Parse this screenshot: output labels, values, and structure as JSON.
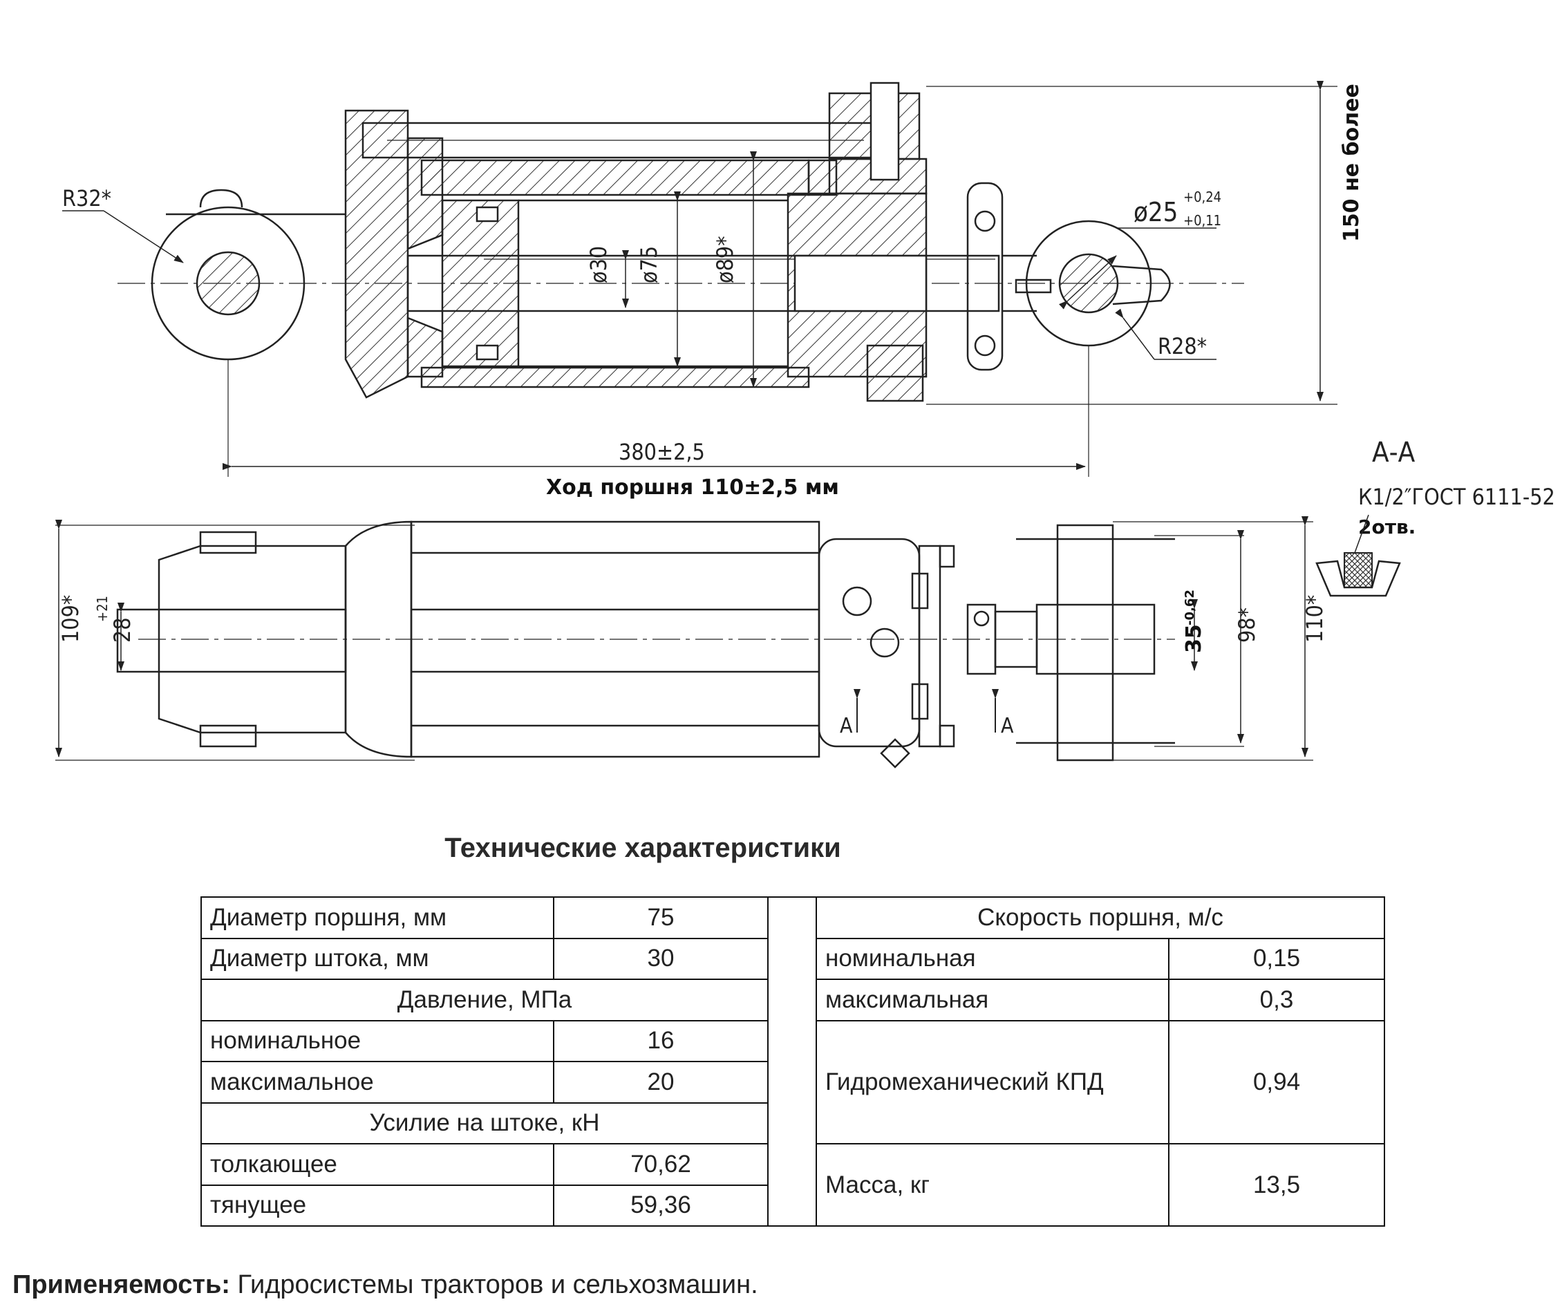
{
  "drawing": {
    "dims": {
      "r32": "R32*",
      "d25": "ø25",
      "d25_tol_upper": "+0,24",
      "d25_tol_lower": "+0,11",
      "height150": "150 не более",
      "d30": "ø30",
      "d75": "ø75",
      "d89": "ø89*",
      "r28": "R28*",
      "length380": "380±2,5",
      "stroke": "Ход поршня 110±2,5 мм",
      "section": "А-А",
      "thread": "К1/2″ГОСТ 6111-52",
      "qty": "2отв.",
      "h109": "109*",
      "w28": "28",
      "w28_tol": "+21",
      "w35": "35",
      "w35_tol": "-0,62",
      "h98": "98*",
      "h110": "110*",
      "mark_a1": "А",
      "mark_a2": "А"
    }
  },
  "specs": {
    "title": "Технические характеристики",
    "left": {
      "piston_diameter": {
        "label": "Диаметр поршня, мм",
        "value": "75"
      },
      "rod_diameter": {
        "label": "Диаметр штока, мм",
        "value": "30"
      },
      "pressure_header": "Давление, МПа",
      "pressure_nominal": {
        "label": "номинальное",
        "value": "16"
      },
      "pressure_max": {
        "label": "максимальное",
        "value": "20"
      },
      "force_header": "Усилие на штоке, кН",
      "force_push": {
        "label": "толкающее",
        "value": "70,62"
      },
      "force_pull": {
        "label": "тянущее",
        "value": "59,36"
      }
    },
    "right": {
      "speed_header": "Скорость поршня, м/с",
      "speed_nominal": {
        "label": "номинальная",
        "value": "0,15"
      },
      "speed_max": {
        "label": "максимальная",
        "value": "0,3"
      },
      "efficiency": {
        "label": "Гидромеханический КПД",
        "value": "0,94"
      },
      "mass": {
        "label": "Масса, кг",
        "value": "13,5"
      }
    }
  },
  "applicability": {
    "label": "Применяемость:",
    "text": " Гидросистемы тракторов и сельхозмашин."
  }
}
